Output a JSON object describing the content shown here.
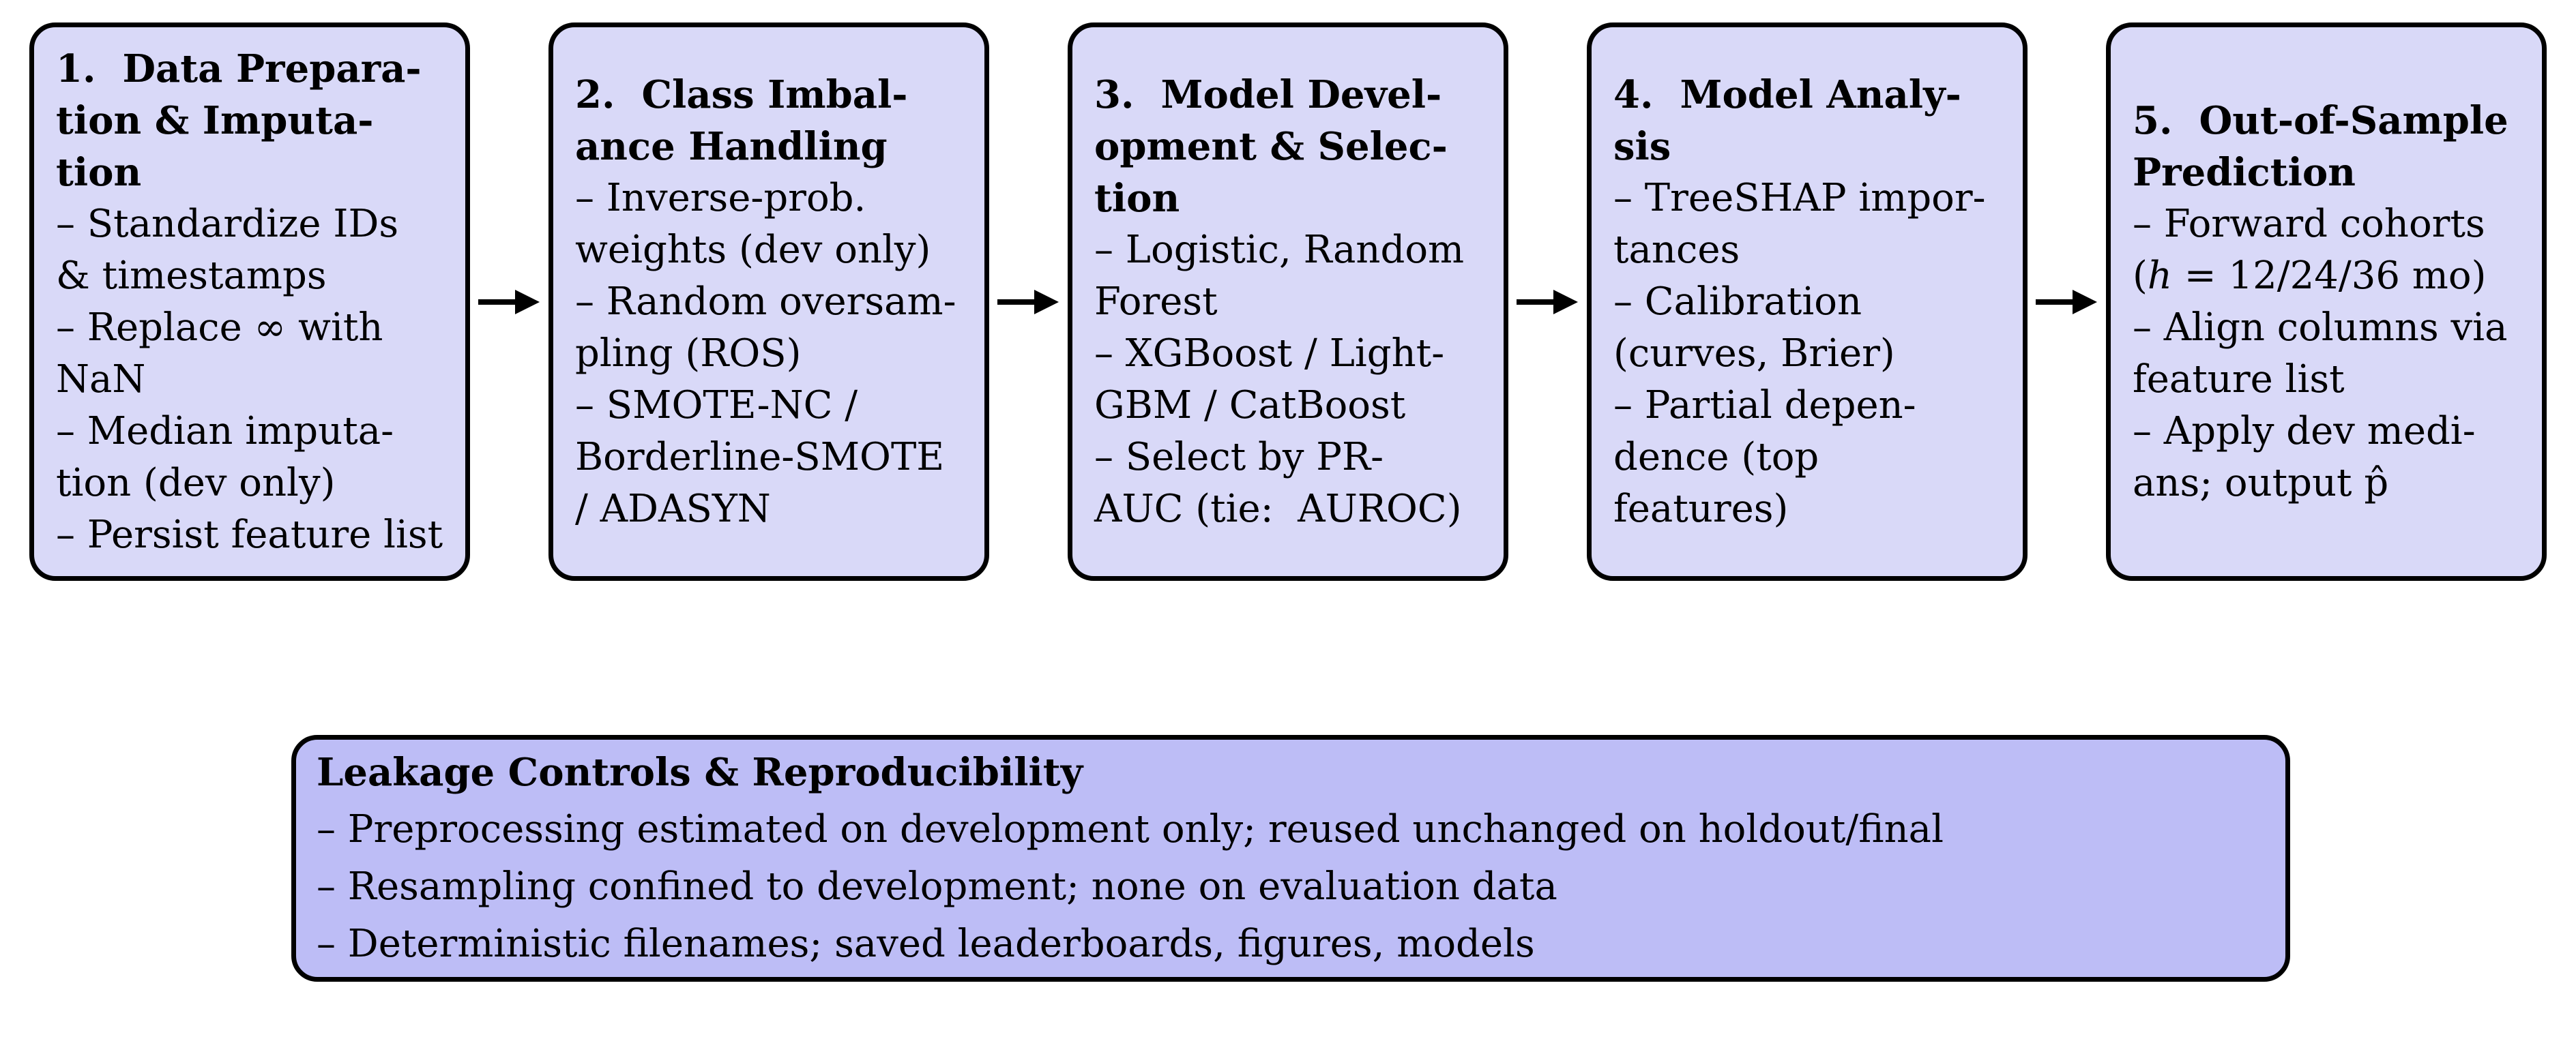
{
  "colors": {
    "page_bg": "#FFFFFF",
    "box_fill": "#D9D9F8",
    "summary_fill": "#BDBDF6",
    "border": "#000000",
    "arrow": "#000000",
    "text": "#000000"
  },
  "icons": {
    "flow_arrow": "arrow-right-icon"
  },
  "flow_boxes": [
    {
      "title": "1.  Data Prepara-\ntion & Imputa-\ntion",
      "items": [
        "– Standardize IDs\n& timestamps",
        "– Replace ∞ with\nNaN",
        "– Median imputa-\ntion (dev only)",
        "– Persist feature list"
      ]
    },
    {
      "title": "2.  Class Imbal-\nance Handling",
      "items": [
        "– Inverse-prob.\nweights (dev only)",
        "– Random oversam-\npling (ROS)",
        "– SMOTE-NC /\nBorderline-SMOTE\n/ ADASYN"
      ]
    },
    {
      "title": "3.  Model Devel-\nopment & Selec-\ntion",
      "items": [
        "– Logistic, Random\nForest",
        "– XGBoost / Light-\nGBM / CatBoost",
        "– Select by PR-\nAUC (tie:  AUROC)"
      ]
    },
    {
      "title": "4.  Model Analy-\nsis",
      "items": [
        "– TreeSHAP impor-\ntances",
        "– Calibration\n(curves, Brier)",
        "– Partial depen-\ndence (top features)"
      ]
    },
    {
      "title": "5.  Out-of-Sample\nPrediction",
      "items": [
        "– Forward cohorts\n(ℎ = 12/24/36 mo)",
        "– Align columns via\nfeature list",
        "– Apply dev medi-\nans; output p̂"
      ]
    }
  ],
  "summary_box": {
    "title": "Leakage Controls & Reproducibility",
    "items": [
      "– Preprocessing estimated on development only; reused unchanged on holdout/final",
      "– Resampling confined to development; none on evaluation data",
      "– Deterministic filenames; saved leaderboards, figures, models"
    ]
  }
}
